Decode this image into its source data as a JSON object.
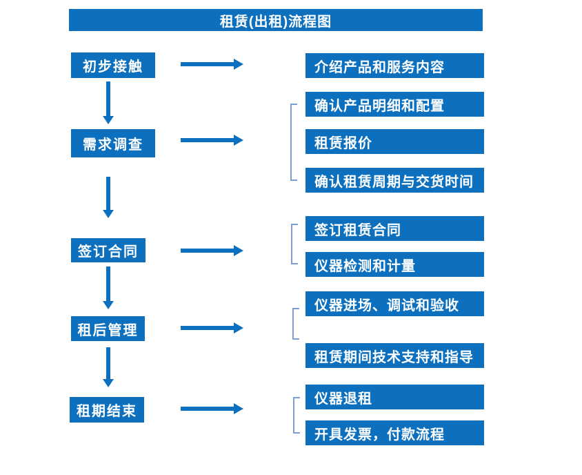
{
  "title": "租赁(出租)流程图",
  "colors": {
    "box_blue": "#0C70BE",
    "bracket_blue": "#7C9FD3",
    "text_white": "#FFFFFF",
    "background": "#FFFFFF"
  },
  "flow": {
    "steps": [
      {
        "label": "初步接触",
        "details": [
          "介绍产品和服务内容"
        ]
      },
      {
        "label": "需求调查",
        "details": [
          "确认产品明细和配置",
          "租赁报价",
          "确认租赁周期与交货时间"
        ]
      },
      {
        "label": "签订合同",
        "details": [
          "签订租赁合同",
          "仪器检测和计量"
        ]
      },
      {
        "label": "租后管理",
        "details": [
          "仪器进场、调试和验收",
          "租赁期间技术支持和指导"
        ]
      },
      {
        "label": "租期结束",
        "details": [
          "仪器退租",
          "开具发票，付款流程"
        ]
      }
    ]
  }
}
